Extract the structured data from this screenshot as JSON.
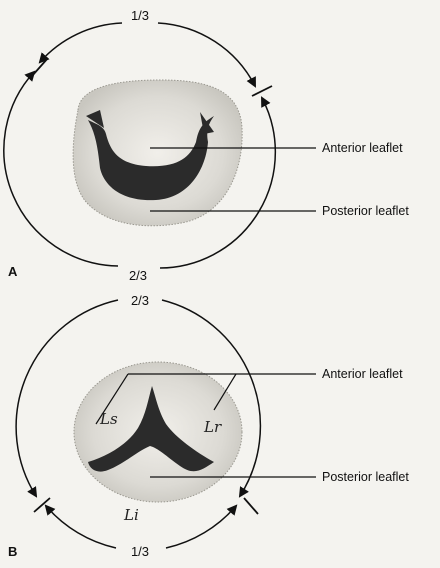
{
  "panel_a": {
    "letter": "A",
    "top_fraction": "1/3",
    "bottom_fraction": "2/3",
    "labels": [
      "Anterior leaflet",
      "Posterior leaflet"
    ]
  },
  "panel_b": {
    "letter": "B",
    "top_fraction": "2/3",
    "bottom_fraction": "1/3",
    "labels": [
      "Anterior leaflet",
      "Posterior leaflet"
    ],
    "handwritten": [
      "Ls",
      "Lr",
      "Li"
    ]
  },
  "colors": {
    "ink": "#111111",
    "leaflet": "#2b2b2b",
    "annulus": "#d8d6d0",
    "paper": "#f4f3ef"
  }
}
